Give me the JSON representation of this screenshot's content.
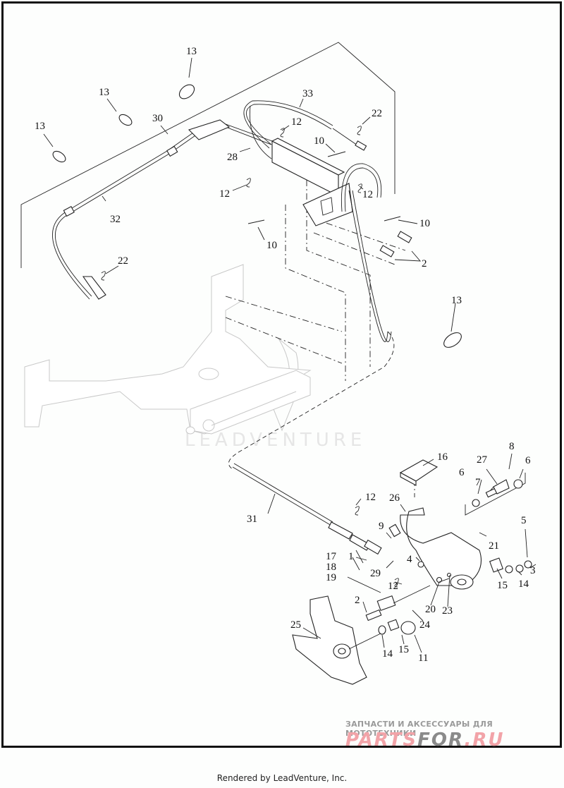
{
  "diagram": {
    "title": "Parking brake cable & pedal assembly (exploded view)",
    "watermark": "LEADVENTURE",
    "callouts": [
      {
        "id": "c13a",
        "label": "13"
      },
      {
        "id": "c13b",
        "label": "13"
      },
      {
        "id": "c13c",
        "label": "13"
      },
      {
        "id": "c30",
        "label": "30"
      },
      {
        "id": "c33",
        "label": "33"
      },
      {
        "id": "c22a",
        "label": "22"
      },
      {
        "id": "c12a",
        "label": "12"
      },
      {
        "id": "c10a",
        "label": "10"
      },
      {
        "id": "c28",
        "label": "28"
      },
      {
        "id": "c12b",
        "label": "12"
      },
      {
        "id": "c12c",
        "label": "12"
      },
      {
        "id": "c32",
        "label": "32"
      },
      {
        "id": "c10b",
        "label": "10"
      },
      {
        "id": "c10c",
        "label": "10"
      },
      {
        "id": "c2a",
        "label": "2"
      },
      {
        "id": "c22b",
        "label": "22"
      },
      {
        "id": "c13d",
        "label": "13"
      },
      {
        "id": "c16",
        "label": "16"
      },
      {
        "id": "c8",
        "label": "8"
      },
      {
        "id": "c27",
        "label": "27"
      },
      {
        "id": "c6a",
        "label": "6"
      },
      {
        "id": "c6b",
        "label": "6"
      },
      {
        "id": "c7",
        "label": "7"
      },
      {
        "id": "c12d",
        "label": "12"
      },
      {
        "id": "c26",
        "label": "26"
      },
      {
        "id": "c31",
        "label": "31"
      },
      {
        "id": "c9",
        "label": "9"
      },
      {
        "id": "c5",
        "label": "5"
      },
      {
        "id": "c21",
        "label": "21"
      },
      {
        "id": "c17",
        "label": "17"
      },
      {
        "id": "c18",
        "label": "18"
      },
      {
        "id": "c1",
        "label": "1"
      },
      {
        "id": "c4",
        "label": "4"
      },
      {
        "id": "c29",
        "label": "29"
      },
      {
        "id": "c3",
        "label": "3"
      },
      {
        "id": "c14a",
        "label": "14"
      },
      {
        "id": "c19",
        "label": "19"
      },
      {
        "id": "c12e",
        "label": "12"
      },
      {
        "id": "c15a",
        "label": "15"
      },
      {
        "id": "c20",
        "label": "20"
      },
      {
        "id": "c23",
        "label": "23"
      },
      {
        "id": "c2b",
        "label": "2"
      },
      {
        "id": "c24",
        "label": "24"
      },
      {
        "id": "c25",
        "label": "25"
      },
      {
        "id": "c14b",
        "label": "14"
      },
      {
        "id": "c15b",
        "label": "15"
      },
      {
        "id": "c11",
        "label": "11"
      }
    ]
  },
  "footer": {
    "shop_tagline": "ЗАПЧАСТИ И АКСЕССУАРЫ ДЛЯ МОТОТЕХНИКИ",
    "shop_logo_part1": "PARTS",
    "shop_logo_part2": "FOR",
    "shop_logo_part3": ".RU",
    "caption": "Rendered by LeadVenture, Inc."
  }
}
